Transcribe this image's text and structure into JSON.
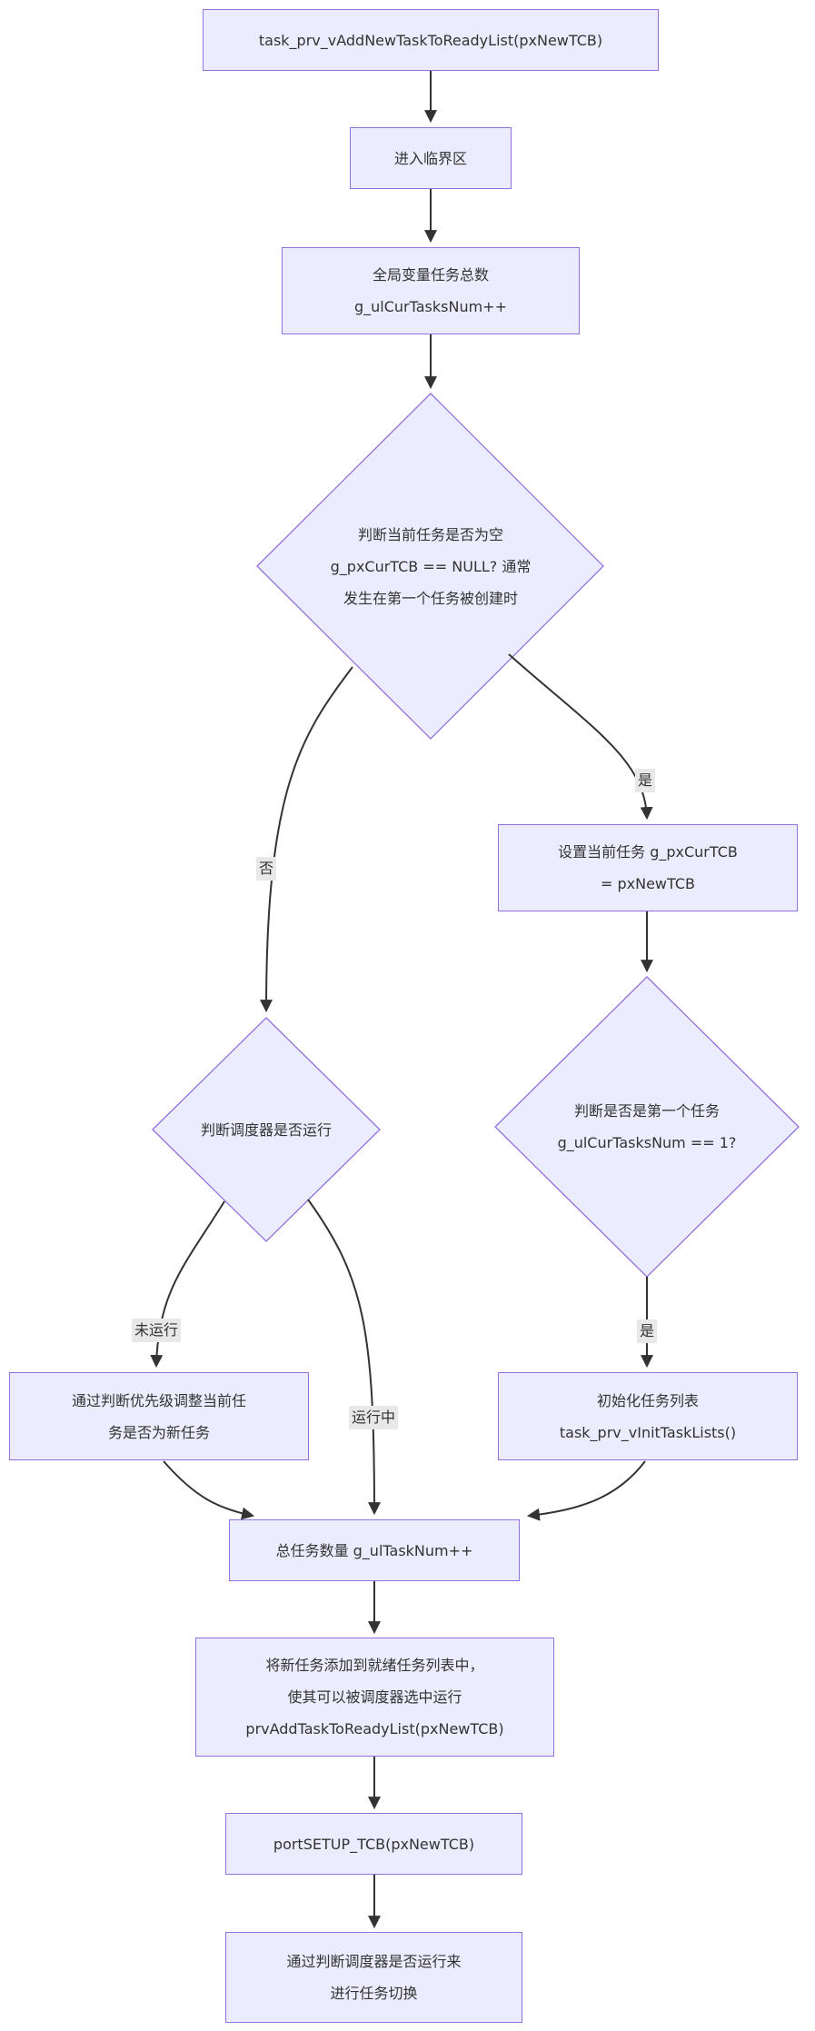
{
  "colors": {
    "node-fill": "#ECECFF",
    "node-border": "#9370DB",
    "edge-color": "#333333",
    "text-color": "#333333",
    "label-bg": "#e8e8e8",
    "page-bg": "#ffffff"
  },
  "nodes": {
    "start": {
      "lines": [
        "task_prv_vAddNewTaskToReadyList(pxNewTCB)"
      ]
    },
    "enter_critical": {
      "lines": [
        "进入临界区"
      ]
    },
    "global_count": {
      "lines": [
        "全局变量任务总数",
        "g_ulCurTasksNum++"
      ]
    },
    "check_null": {
      "lines": [
        "判断当前任务是否为空",
        "g_pxCurTCB == NULL? 通常",
        "发生在第一个任务被创建时"
      ]
    },
    "set_current": {
      "lines": [
        "设置当前任务 g_pxCurTCB",
        "= pxNewTCB"
      ]
    },
    "check_scheduler": {
      "lines": [
        "判断调度器是否运行"
      ]
    },
    "check_first": {
      "lines": [
        "判断是否是第一个任务",
        "g_ulCurTasksNum == 1?"
      ]
    },
    "adjust_priority": {
      "lines": [
        "通过判断优先级调整当前任",
        "务是否为新任务"
      ]
    },
    "init_lists": {
      "lines": [
        "初始化任务列表",
        "task_prv_vInitTaskLists()"
      ]
    },
    "task_num": {
      "lines": [
        "总任务数量 g_ulTaskNum++"
      ]
    },
    "add_ready": {
      "lines": [
        "将新任务添加到就绪任务列表中，",
        "使其可以被调度器选中运行",
        "prvAddTaskToReadyList(pxNewTCB)"
      ]
    },
    "setup_tcb": {
      "lines": [
        "portSETUP_TCB(pxNewTCB)"
      ]
    },
    "switch_task": {
      "lines": [
        "通过判断调度器是否运行来",
        "进行任务切换"
      ]
    }
  },
  "labels": {
    "no": "否",
    "yes": "是",
    "not_running": "未运行",
    "running": "运行中",
    "yes_first": "是"
  }
}
